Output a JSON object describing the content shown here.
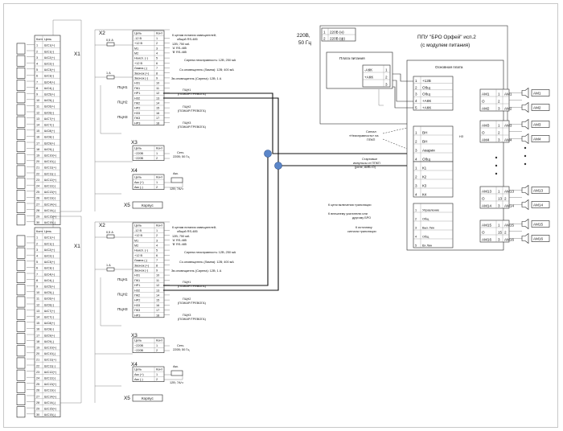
{
  "unit1": {
    "x1_label": "X1",
    "x1_header": [
      "Конт",
      "Цепь"
    ],
    "x1_rows": [
      [
        "1",
        "ШС1(+)"
      ],
      [
        "2",
        "ШС1(-)"
      ],
      [
        "3",
        "ШС2(+)"
      ],
      [
        "4",
        "ШС2(-)"
      ],
      [
        "5",
        "ШС3(+)"
      ],
      [
        "6",
        "ШС3(-)"
      ],
      [
        "7",
        "ШС4(+)"
      ],
      [
        "8",
        "ШС4(-)"
      ],
      [
        "9",
        "ШС5(+)"
      ],
      [
        "10",
        "ШС5(-)"
      ],
      [
        "11",
        "ШС6(+)"
      ],
      [
        "12",
        "ШС6(-)"
      ],
      [
        "13",
        "ШС7(+)"
      ],
      [
        "14",
        "ШС7(-)"
      ],
      [
        "15",
        "ШС8(+)"
      ],
      [
        "16",
        "ШС8(-)"
      ],
      [
        "17",
        "ШС9(+)"
      ],
      [
        "18",
        "ШС9(-)"
      ],
      [
        "19",
        "ШС10(+)"
      ],
      [
        "20",
        "ШС10(-)"
      ],
      [
        "21",
        "ШС11(+)"
      ],
      [
        "22",
        "ШС11(-)"
      ],
      [
        "23",
        "ШС12(+)"
      ],
      [
        "24",
        "ШС12(-)"
      ],
      [
        "25",
        "ШС13(+)"
      ],
      [
        "26",
        "ШС13(-)"
      ],
      [
        "27",
        "ШС14(+)"
      ],
      [
        "28",
        "ШС14(-)"
      ],
      [
        "29",
        "ШС15(+)"
      ],
      [
        "30",
        "ШС15(-)"
      ]
    ],
    "x2_label": "X2",
    "x2_header": [
      "Цепь",
      "Конт"
    ],
    "x2_rows": [
      [
        "-12 В",
        "1"
      ],
      [
        "+12 В",
        "2"
      ],
      [
        "M1",
        "3"
      ],
      [
        "M2",
        "4"
      ],
      [
        "Неисп. (-)",
        "5"
      ],
      [
        "+12 В",
        "6"
      ],
      [
        "Лампа (-)",
        "7"
      ],
      [
        "Звонок (+)",
        "8"
      ],
      [
        "Звонок (-)",
        "9"
      ],
      [
        "НЗ1",
        "10"
      ],
      [
        "ПК1",
        "11"
      ],
      [
        "НР1",
        "12"
      ],
      [
        "НЗ2",
        "13"
      ],
      [
        "ПК2",
        "14"
      ],
      [
        "НР2",
        "15"
      ],
      [
        "НЗ3",
        "16"
      ],
      [
        "ПК3",
        "17"
      ],
      [
        "НР3",
        "18"
      ]
    ],
    "x2_group_labels": [
      "ПЦН1",
      "ПЦН2",
      "ПЦН3"
    ],
    "fuse1": "0,5 А",
    "fuse2": "1 А",
    "ann_rs485_1": "К цепям питания извещателей;",
    "ann_rs485_2": "общий RS-485",
    "ann_power": "12В; 750 мА",
    "ann_a": "'А' RS-485",
    "ann_b": "'В' RS-485",
    "ann_sirena": "Сирена неисправность: 12В; 250 мА",
    "ann_lamp": "Со.оповещатель (Лампа): 12В; 400 мА",
    "ann_zvon": "Зв.оповещатель (Сирена): 12В; 1 А",
    "pcn1": "ПЦН1",
    "pcn1_sub": "(ПОЖАР/ТРЕВОГА)",
    "pcn2": "ПЦН2",
    "pcn2_sub": "(ПОЖАР/ТРЕВОГА)",
    "pcn3": "ПЦН3",
    "pcn3_sub": "(ПОЖАР/ТРЕВОГА)",
    "x3_label": "X3",
    "x3_header": [
      "Цепь",
      "Конт"
    ],
    "x3_rows": [
      [
        "~220В",
        "1"
      ],
      [
        "~220В",
        "2"
      ]
    ],
    "net": "Сеть",
    "net_sub": "220В; 50 Гц",
    "x4_label": "X4",
    "x4_header": [
      "Цепь",
      "Конт"
    ],
    "x4_rows": [
      [
        "Акк (+)",
        "1"
      ],
      [
        "Акк (-)",
        "2"
      ]
    ],
    "akk": "Акк.",
    "akk_sub": "12В; 7А/ч",
    "x5_label": "X5",
    "x5_text": "Корпус"
  },
  "unit2": {
    "x1_label": "X1",
    "x1_header": [
      "Конт",
      "Цепь"
    ],
    "x1_rows": [
      [
        "1",
        "ШС1(+)"
      ],
      [
        "2",
        "ШС1(-)"
      ],
      [
        "3",
        "ШС2(+)"
      ],
      [
        "4",
        "ШС2(-)"
      ],
      [
        "5",
        "ШС3(+)"
      ],
      [
        "6",
        "ШС3(-)"
      ],
      [
        "7",
        "ШС4(+)"
      ],
      [
        "8",
        "ШС4(-)"
      ],
      [
        "9",
        "ШС5(+)"
      ],
      [
        "10",
        "ШС5(-)"
      ],
      [
        "11",
        "ШС6(+)"
      ],
      [
        "12",
        "ШС6(-)"
      ],
      [
        "13",
        "ШС7(+)"
      ],
      [
        "14",
        "ШС7(-)"
      ],
      [
        "15",
        "ШС8(+)"
      ],
      [
        "16",
        "ШС8(-)"
      ],
      [
        "17",
        "ШС9(+)"
      ],
      [
        "18",
        "ШС9(-)"
      ],
      [
        "19",
        "ШС10(+)"
      ],
      [
        "20",
        "ШС10(-)"
      ],
      [
        "21",
        "ШС11(+)"
      ],
      [
        "22",
        "ШС11(-)"
      ],
      [
        "23",
        "ШС12(+)"
      ],
      [
        "24",
        "ШС12(-)"
      ],
      [
        "25",
        "ШС13(+)"
      ],
      [
        "26",
        "ШС13(-)"
      ],
      [
        "27",
        "ШС14(+)"
      ],
      [
        "28",
        "ШС14(-)"
      ],
      [
        "29",
        "ШС15(+)"
      ],
      [
        "30",
        "ШС15(-)"
      ]
    ],
    "x2_label": "X2",
    "x2_header": [
      "Цепь",
      "Конт"
    ],
    "x2_rows": [
      [
        "-12 В",
        "1"
      ],
      [
        "+12 В",
        "2"
      ],
      [
        "M1",
        "3"
      ],
      [
        "M2",
        "4"
      ],
      [
        "Неисп. (-)",
        "5"
      ],
      [
        "+12 В",
        "6"
      ],
      [
        "Лампа (-)",
        "7"
      ],
      [
        "Звонок (+)",
        "8"
      ],
      [
        "Звонок (-)",
        "9"
      ],
      [
        "НЗ1",
        "10"
      ],
      [
        "ПК1",
        "11"
      ],
      [
        "НР1",
        "12"
      ],
      [
        "НЗ2",
        "13"
      ],
      [
        "ПК2",
        "14"
      ],
      [
        "НР2",
        "15"
      ],
      [
        "НЗ3",
        "16"
      ],
      [
        "ПК3",
        "17"
      ],
      [
        "НР3",
        "18"
      ]
    ],
    "x2_group_labels": [
      "ПЦН1",
      "ПЦН2",
      "ПЦН3"
    ],
    "fuse1": "0,5 А",
    "fuse2": "1 А",
    "ann_rs485_1": "К цепям питания извещателей;",
    "ann_rs485_2": "общий RS-485",
    "ann_power": "12В; 750 мА",
    "ann_a": "'А' RS-485",
    "ann_b": "'В' RS-485",
    "ann_sirena": "Сирена неисправность: 12В; 250 мА",
    "ann_lamp": "Со.оповещатель (Лампа): 12В; 400 мА",
    "ann_zvon": "Зв.оповещатель (Сирена): 12В; 1 А",
    "pcn1": "ПЦН1",
    "pcn1_sub": "(ПОЖАР/ТРЕВОГА)",
    "pcn2": "ПЦН2",
    "pcn2_sub": "(ПОЖАР/ТРЕВОГА)",
    "pcn3": "ПЦН3",
    "pcn3_sub": "(ПОЖАР/ТРЕВОГА)",
    "x3_label": "X3",
    "x3_header": [
      "Цепь",
      "Конт"
    ],
    "x3_rows": [
      [
        "~220В",
        "1"
      ],
      [
        "~220В",
        "2"
      ]
    ],
    "net": "Сеть",
    "net_sub": "220В; 50 Гц",
    "x4_label": "X4",
    "x4_header": [
      "Цепь",
      "Конт"
    ],
    "x4_rows": [
      [
        "Акк (+)",
        "1"
      ],
      [
        "Акк (-)",
        "2"
      ]
    ],
    "akk": "Акк.",
    "akk_sub": "12В; 7А/ч",
    "x5_label": "X5",
    "x5_text": "Корпус"
  },
  "ppu": {
    "title1": "ППУ \"БРО Орфей\" исп.2",
    "title2": "(с модулем питания)",
    "mains_1": "220В,",
    "mains_2": "50 Гц",
    "mains_rows": [
      [
        "1",
        "220В (н)"
      ],
      [
        "2",
        "220В (ф)"
      ]
    ],
    "psu_title": "Плата питания",
    "psu_pins": [
      [
        "-АКК",
        "1"
      ],
      [
        "+АКК",
        "2"
      ],
      [
        "",
        "3"
      ]
    ],
    "main_title": "Основная плата",
    "main_top": [
      [
        "1",
        "+12В"
      ],
      [
        "2",
        "Общ"
      ],
      [
        "3",
        "Общ"
      ],
      [
        "4",
        "+АКК"
      ],
      [
        "5",
        "+АКК"
      ]
    ],
    "nz": "НЗ",
    "fault_sig_1": "Сигнал",
    "fault_sig_2": "«Неисправность» на",
    "fault_sig_3": "ППКП",
    "fault_rows": [
      [
        "1",
        "ВН"
      ],
      [
        "2",
        "ВН"
      ],
      [
        "3",
        "Авария"
      ],
      [
        "4",
        "Общ"
      ]
    ],
    "start_sig_1": "Стартовые",
    "start_sig_2": "импульсы от ППКП",
    "start_sig_3": "(реле, АИБ=О)",
    "start_rows": [
      [
        "1",
        "К1"
      ],
      [
        "2",
        "К2"
      ],
      [
        "3",
        "К3"
      ],
      [
        "4",
        "К4"
      ]
    ],
    "ctrl_rows": [
      [
        "1",
        "Управление"
      ],
      [
        "2",
        "Общ"
      ],
      [
        "3",
        "Вых Лин"
      ],
      [
        "4",
        "Общ"
      ],
      [
        "5",
        "Вх Лин"
      ]
    ],
    "ctrl_ann_1": "К цепи включения трансляции",
    "ctrl_ann_2a": "К внешнему усилителю или",
    "ctrl_ann_2b": "другому БРО",
    "ctrl_ann_3a": "К источнику",
    "ctrl_ann_3b": "сигнала трансляции",
    "am_top": [
      [
        "АМ1",
        "1",
        "АМ1"
      ],
      [
        "О",
        "2",
        ""
      ],
      [
        "АМ2",
        "3",
        "АМ2"
      ]
    ],
    "am_top2": [
      [
        "АМ3",
        "1",
        "АМ3"
      ],
      [
        "О",
        "2",
        ""
      ],
      [
        "АМ4",
        "3",
        "АМ4"
      ]
    ],
    "am_bot": [
      [
        "АМ13",
        "1",
        "АМ13"
      ],
      [
        "О",
        "13",
        "2"
      ],
      [
        "АМ14",
        "3",
        "АМ14"
      ]
    ],
    "am_bot2": [
      [
        "АМ15",
        "1",
        "АМ15"
      ],
      [
        "О",
        "15",
        "2"
      ],
      [
        "АМ16",
        "3",
        "АМ16"
      ]
    ]
  }
}
